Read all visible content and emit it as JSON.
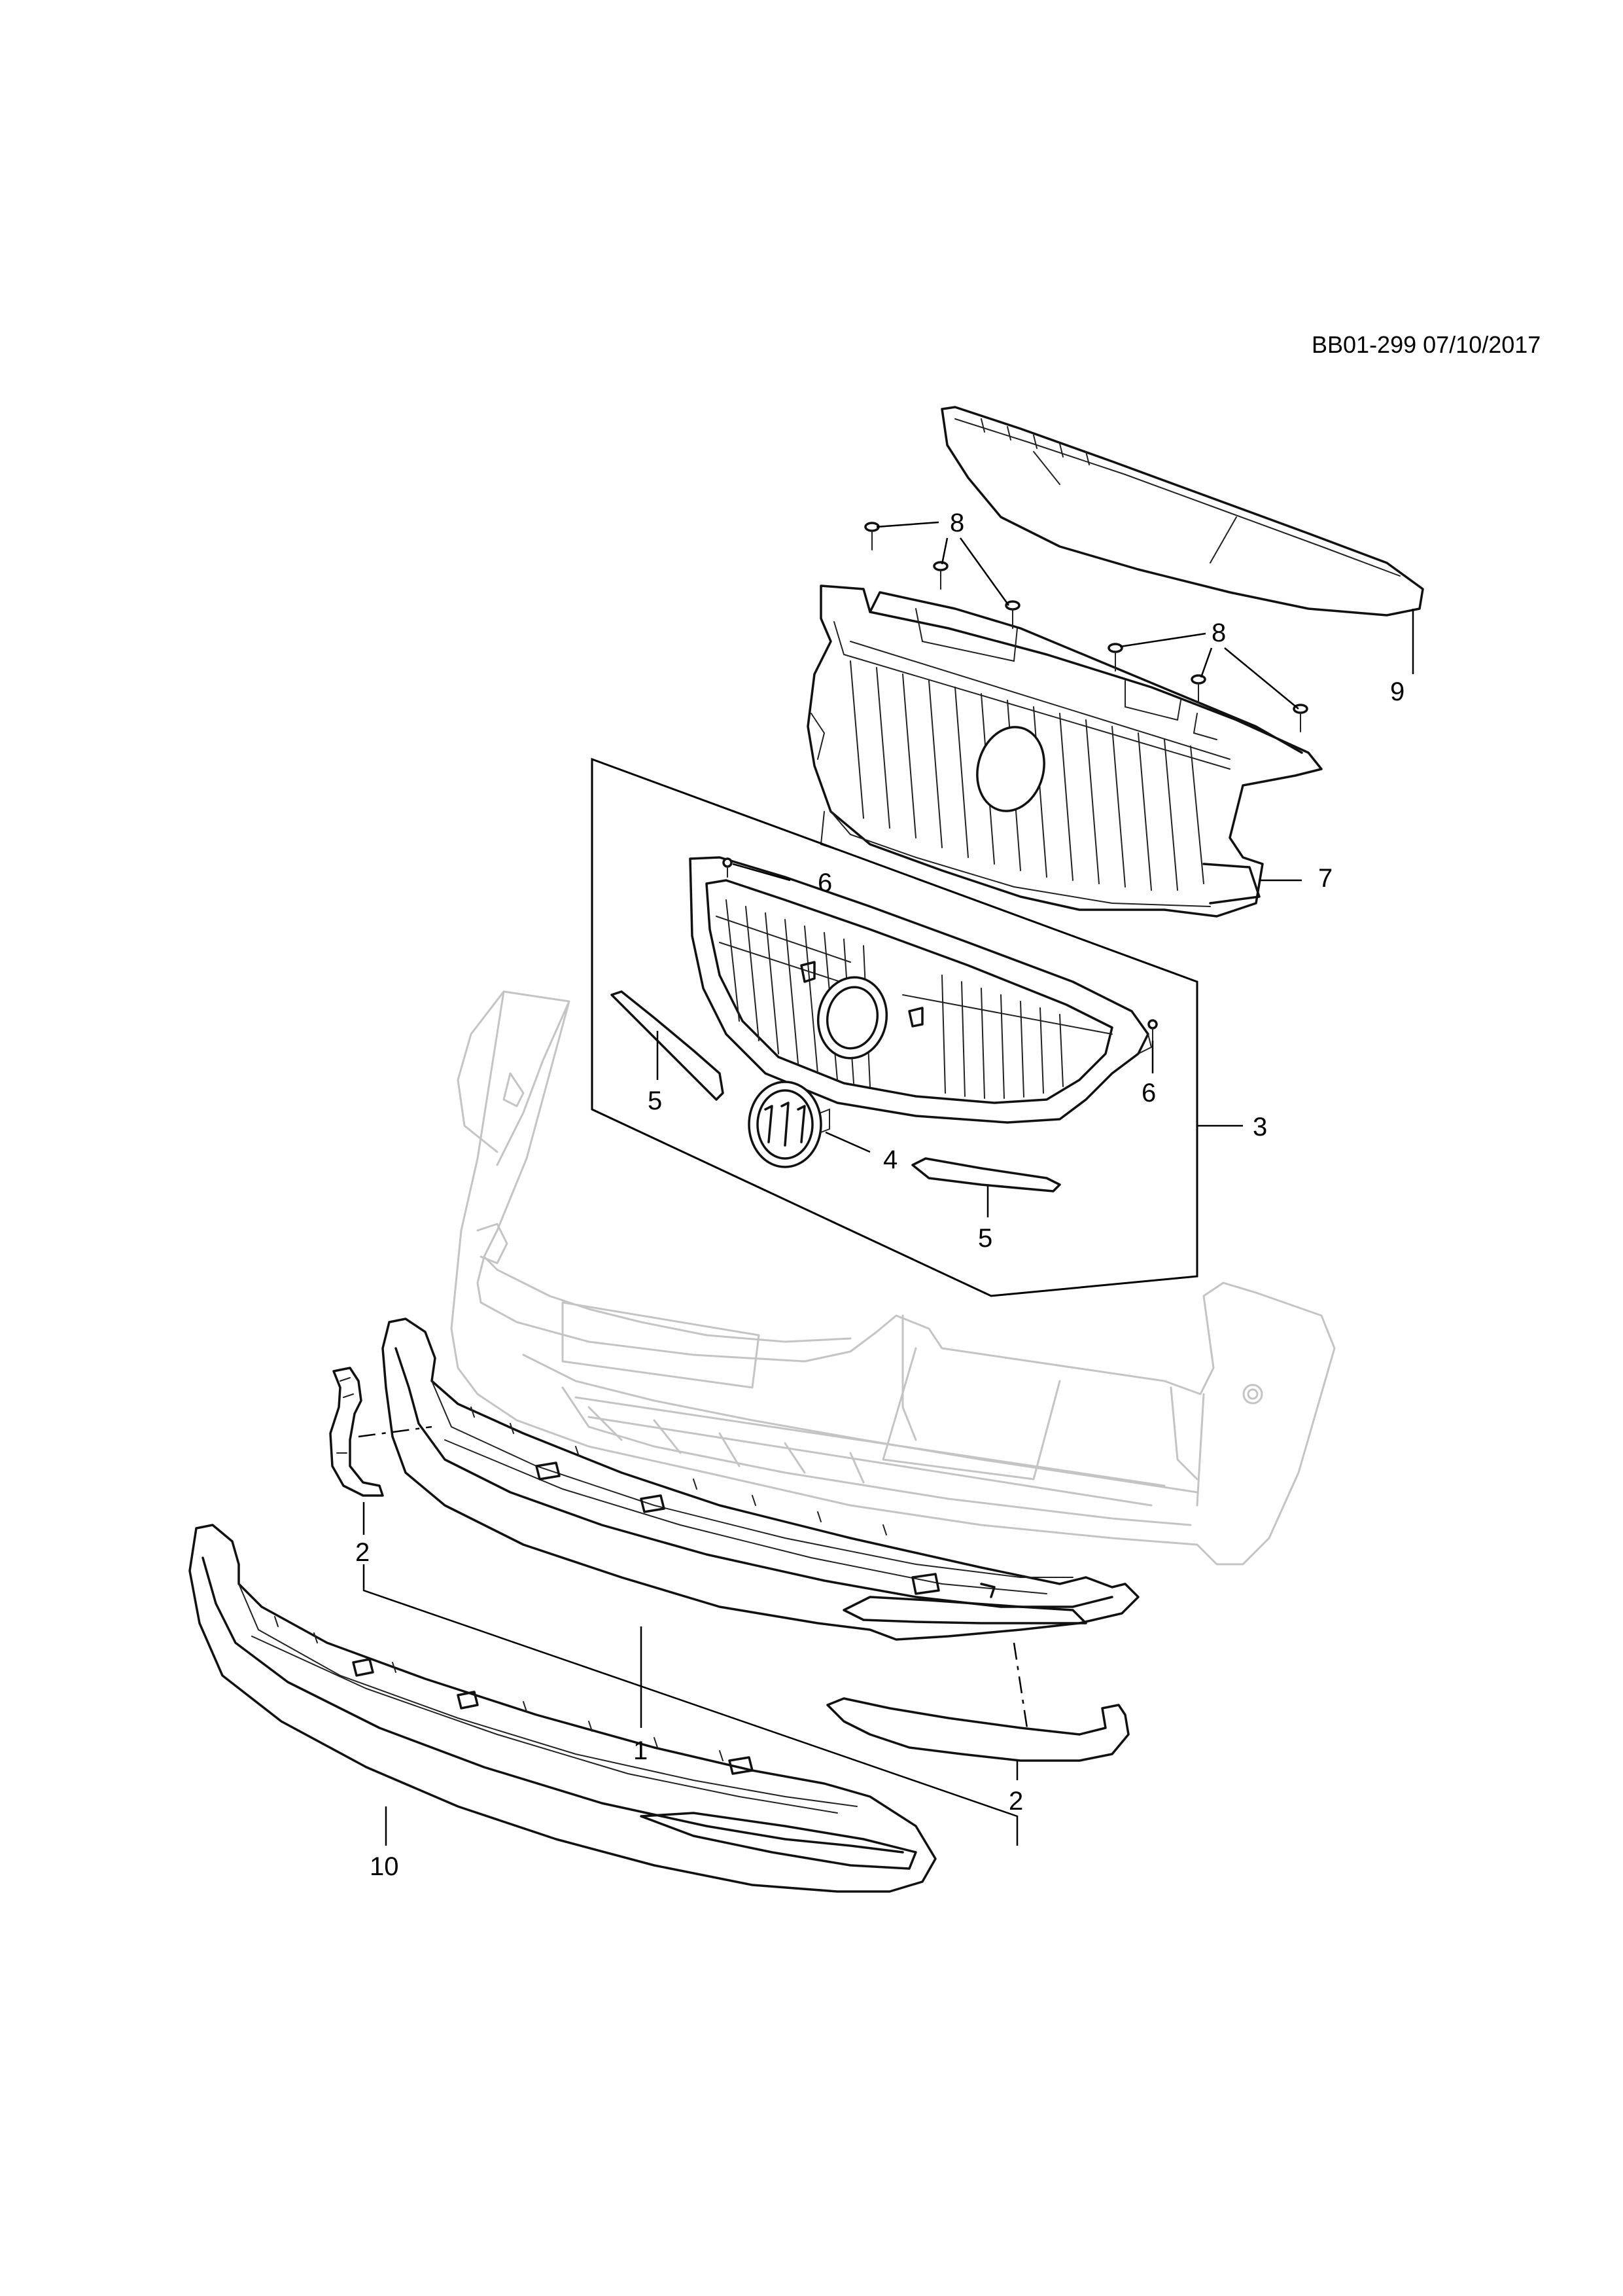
{
  "reference_code": "BB01-299 07/10/2017",
  "callouts": {
    "c1": "1",
    "c2a": "2",
    "c2b": "2",
    "c3": "3",
    "c4": "4",
    "c5a": "5",
    "c5b": "5",
    "c6a": "6",
    "c6b": "6",
    "c7": "7",
    "c8a": "8",
    "c8b": "8",
    "c9": "9",
    "c10": "10"
  }
}
